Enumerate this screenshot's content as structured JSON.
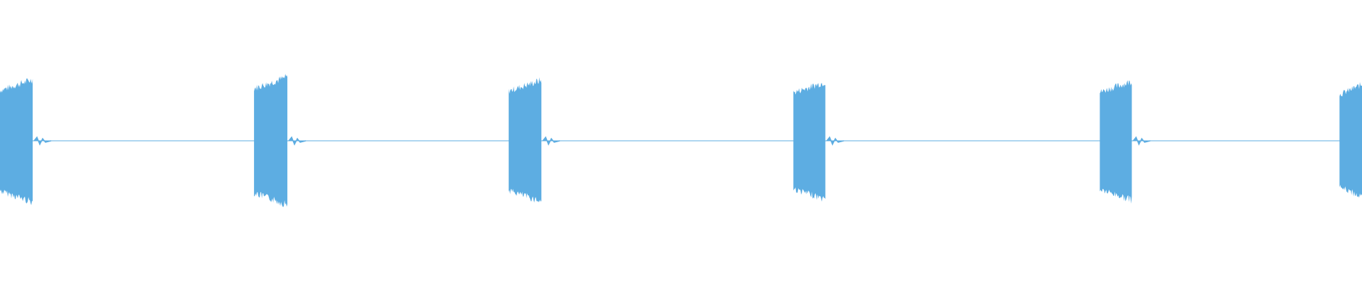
{
  "waveform": {
    "color": "#5DADE2",
    "bursts": [
      {
        "start_s": 0.0,
        "end_s": 0.048,
        "peak": 0.96
      },
      {
        "start_s": 0.373,
        "end_s": 0.422,
        "peak": 1.0
      },
      {
        "start_s": 0.747,
        "end_s": 0.795,
        "peak": 0.95
      },
      {
        "start_s": 1.165,
        "end_s": 1.212,
        "peak": 0.92
      },
      {
        "start_s": 1.615,
        "end_s": 1.662,
        "peak": 0.93
      },
      {
        "start_s": 1.967,
        "end_s": 2.0,
        "peak": 0.88
      }
    ],
    "duration_s": 2.0,
    "baseline_level": 0.0
  }
}
